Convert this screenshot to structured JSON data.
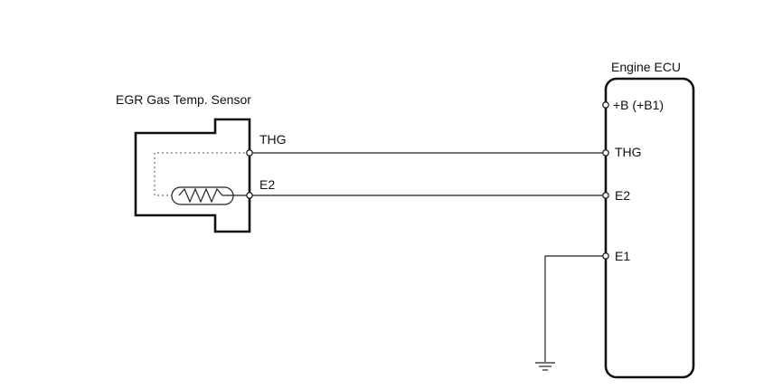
{
  "sensor": {
    "title": "EGR Gas Temp. Sensor",
    "pins": {
      "thg": "THG",
      "e2": "E2"
    }
  },
  "ecu": {
    "title": "Engine ECU",
    "pins": {
      "b": "+B (+B1)",
      "thg": "THG",
      "e2": "E2",
      "e1": "E1"
    }
  }
}
